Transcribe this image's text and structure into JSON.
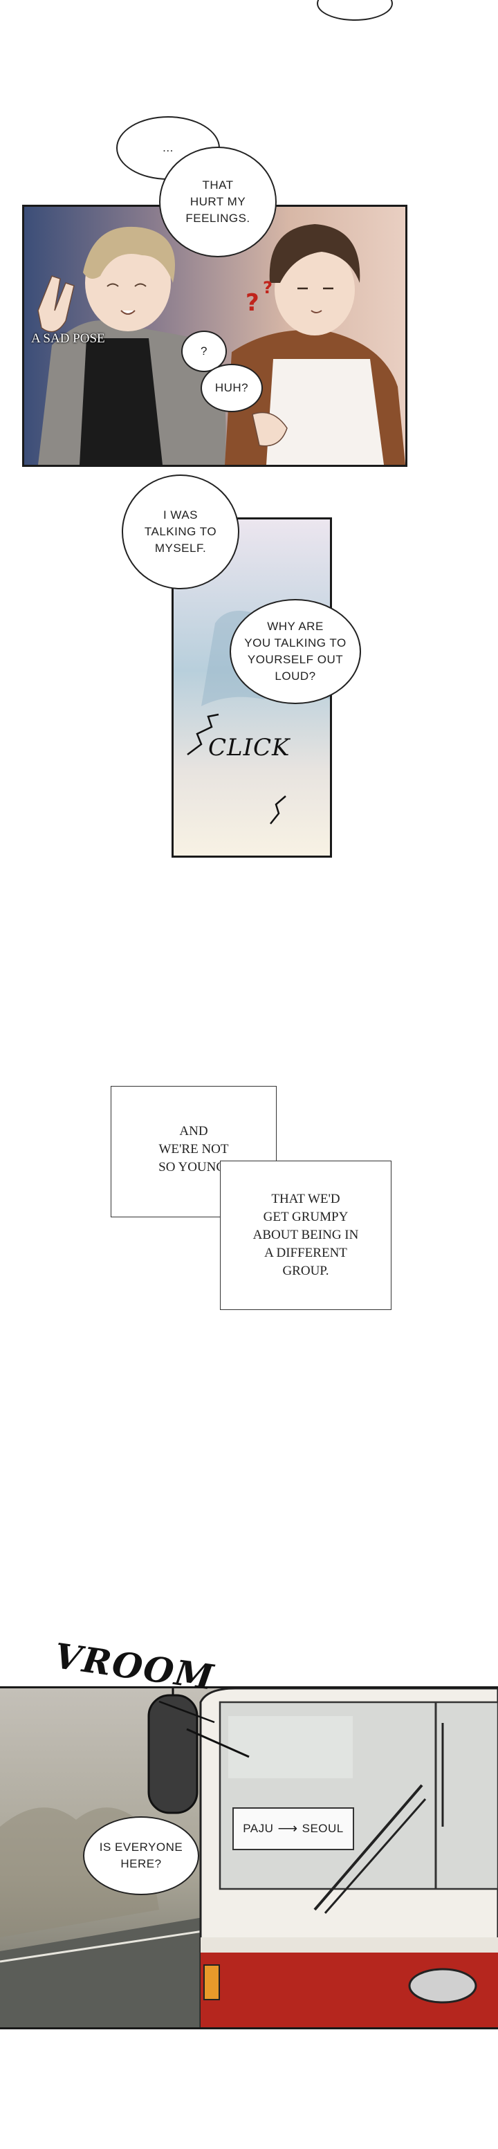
{
  "panel1": {
    "bubble_dots": "...",
    "bubble_hurt": "THAT\nHURT MY\nFEELINGS.",
    "label_pose": "A SAD POSE",
    "bubble_question": "?",
    "bubble_huh": "HUH?"
  },
  "panel2": {
    "bubble_myself": "I WAS\nTALKING TO\nMYSELF.",
    "bubble_why": "WHY ARE\nYOU TALKING TO\nYOURSELF OUT\nLOUD?",
    "sfx_click": "CLICK"
  },
  "narration": {
    "box1": "AND\nWE'RE NOT\nSO YOUNG,",
    "box2": "THAT WE'D\nGET GRUMPY\nABOUT BEING IN\nA DIFFERENT\nGROUP."
  },
  "panel3": {
    "sfx_vroom": "VROOM",
    "bubble_everyone": "IS EVERYONE\nHERE?",
    "sign_from": "PAJU",
    "sign_arrow": "⟶",
    "sign_to": "SEOUL"
  },
  "colors": {
    "skin": "#f3dccb",
    "hair_light": "#c9b48c",
    "hair_dark": "#4a3426",
    "jacket_gray": "#8d8a86",
    "jacket_brown": "#8a4f2c",
    "sky_blue": "#b8cfdc",
    "bus_red": "#b5261e"
  }
}
